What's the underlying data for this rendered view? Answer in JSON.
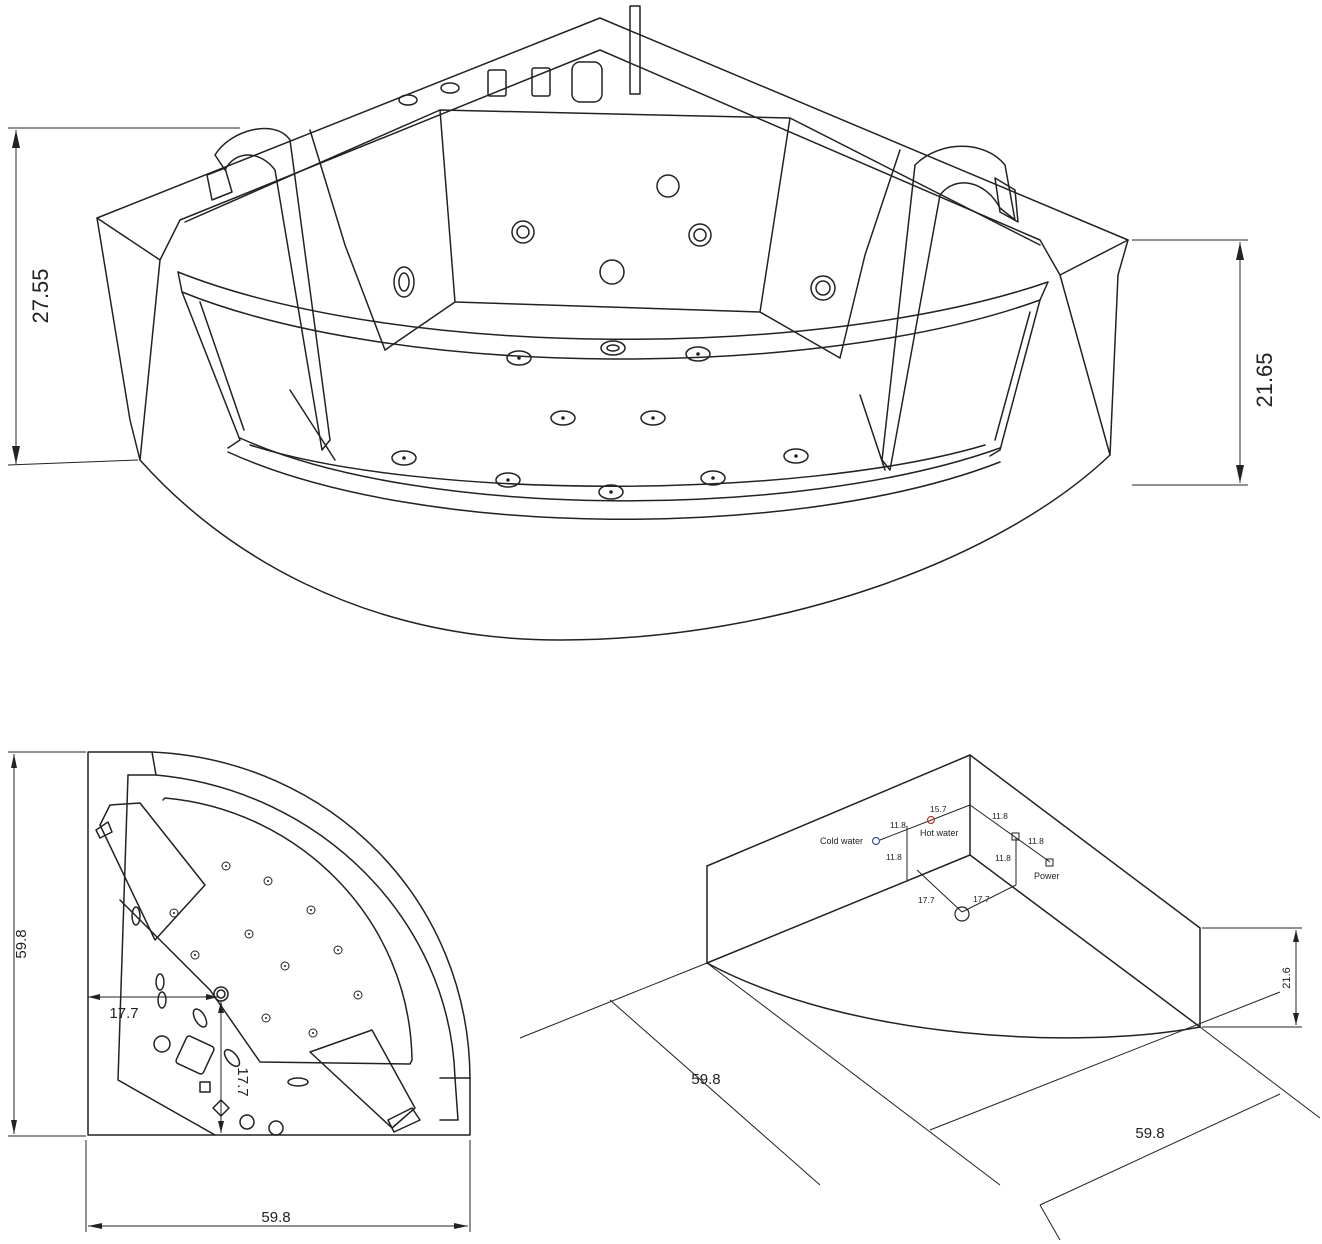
{
  "top_view": {
    "height_left": "27.55",
    "height_right": "21.65"
  },
  "plan_view": {
    "depth": "59.8",
    "width": "59.8",
    "offset_x": "17.7",
    "offset_y": "17.7"
  },
  "connection_view": {
    "labels": {
      "cold_water": "Cold water",
      "hot_water": "Hot water",
      "power": "Power"
    },
    "dims": {
      "d_15_7": "15.7",
      "d_11_8_a": "11.8",
      "d_11_8_b": "11.8",
      "d_11_8_c": "11.8",
      "d_11_8_d": "11.8",
      "d_11_8_e": "11.8",
      "d_17_7_a": "17.7",
      "d_17_7_b": "17.7",
      "side_height": "21.6",
      "length_a": "59.8",
      "length_b": "59.8"
    },
    "colors": {
      "cold": "#3a4fb0",
      "hot": "#c0392b"
    }
  }
}
